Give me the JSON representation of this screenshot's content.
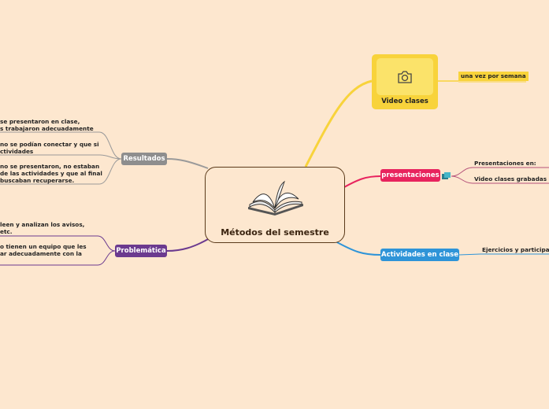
{
  "central": {
    "title": "Métodos del semestre",
    "icon": "open-book-icon"
  },
  "branches": {
    "video": {
      "label": "Video clases",
      "icon": "camera-icon",
      "child": "una vez por semana",
      "color": "#f8d33b"
    },
    "presentaciones": {
      "label": "presentaciones",
      "color": "#e8235e",
      "children": [
        "Presentaciones en:",
        "Video clases grabadas"
      ]
    },
    "actividades": {
      "label": "Actividades en clase",
      "color": "#2e94d8",
      "children": [
        "Ejercicios y participac"
      ]
    },
    "resultados": {
      "label": "Resultados",
      "color": "#8e8e8e",
      "children": [
        [
          "se presentaron en clase,",
          "s trabajaron adecuadamente"
        ],
        [
          "no se podían conectar y que si",
          "ctividades"
        ],
        [
          "no se presentaron, no estaban",
          "de las actividades y que al final",
          "buscaban recuperarse."
        ]
      ]
    },
    "problematica": {
      "label": "Problemática",
      "color": "#6b3a8f",
      "children": [
        [
          " leen y analizan los avisos,",
          "etc."
        ],
        [
          "o tienen un equipo que les",
          "ar adecuadamente con la"
        ]
      ]
    }
  }
}
